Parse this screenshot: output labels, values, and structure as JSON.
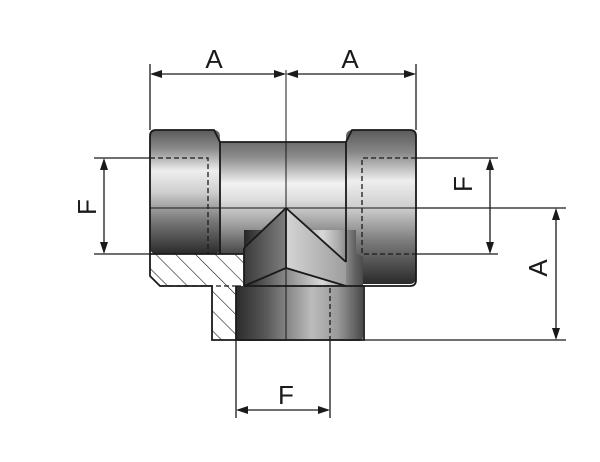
{
  "drawing": {
    "dimensions": {
      "top_left": "A",
      "top_right": "A",
      "left": "F",
      "right_upper": "F",
      "right_lower": "A",
      "bottom": "F"
    }
  }
}
